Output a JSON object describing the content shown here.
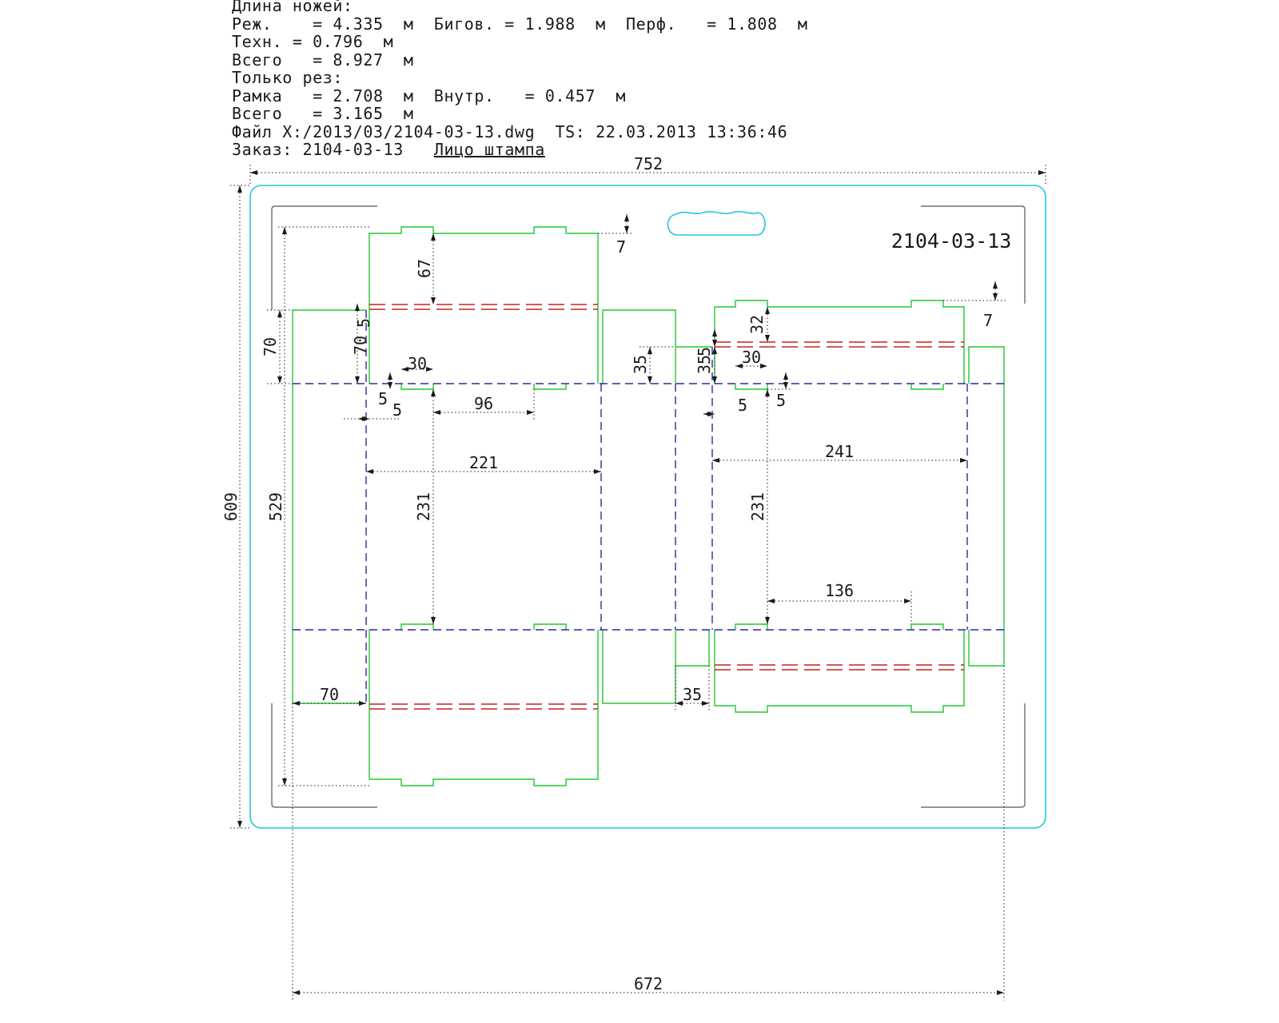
{
  "header": {
    "title": "Длина ножей:",
    "line_rez": "Реж.    = 4.335  м  Бигов. = 1.988  м  Перф.   = 1.808  м",
    "line_tekhn": "Техн. = 0.796  м",
    "line_total": "Всего   = 8.927  м",
    "cut_title": "Только рез:",
    "line_frame": "Рамка   = 2.708  м  Внутр.   = 0.457  м",
    "line_total2": "Всего   = 3.165  м",
    "file_line": "Файл X:/2013/03/2104-03-13.dwg  TS: 22.03.2013 13:36:46",
    "order_label": "Заказ: 2104-03-13",
    "face_link": "Лицо штампа"
  },
  "drawing": {
    "order_number": "2104-03-13",
    "colors": {
      "frame": "#22c8d8",
      "cut": "#22c832",
      "crease": "#2a2aa0",
      "perforation": "#c82020",
      "dimension": "#1a1a1a"
    },
    "dimensions": {
      "width_total": "752",
      "height_total": "609",
      "width_inner": "672",
      "height_left": "529",
      "left_top_flap": "70",
      "left_flap_rot": "70",
      "top_gap": "7",
      "tuck_67": "67",
      "small_5a": "5",
      "tab_30_left": "30",
      "small_5b": "5",
      "small_5c": "5",
      "tab_96": "96",
      "panel_221": "221",
      "height_231_left": "231",
      "glue_70": "70",
      "mid_35_top": "35",
      "mid_35_bottom": "35",
      "right_35": "35",
      "right_5a": "5",
      "tab_30_right": "30",
      "right_5b": "5",
      "right_5c": "5",
      "right_32": "32",
      "right_gap_7": "7",
      "panel_241": "241",
      "height_231_right": "231",
      "tab_136": "136"
    }
  }
}
